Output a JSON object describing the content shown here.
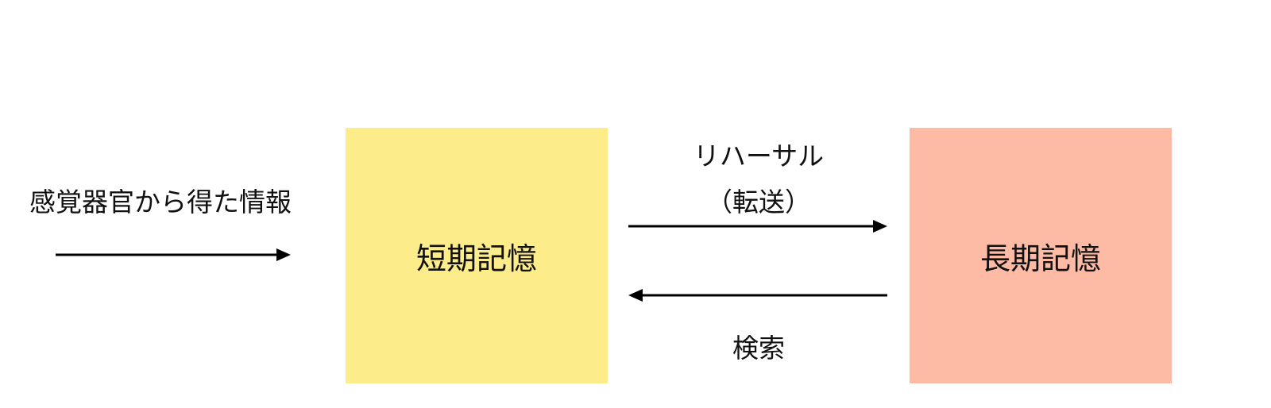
{
  "input_label": "感覚器官から得た情報",
  "short_term": {
    "label": "短期記憶",
    "color": "#FDEC8A"
  },
  "long_term": {
    "label": "長期記憶",
    "color": "#FDBBA5"
  },
  "forward": {
    "label": "リハーサル",
    "sublabel": "（転送）"
  },
  "backward": {
    "label": "検索"
  }
}
